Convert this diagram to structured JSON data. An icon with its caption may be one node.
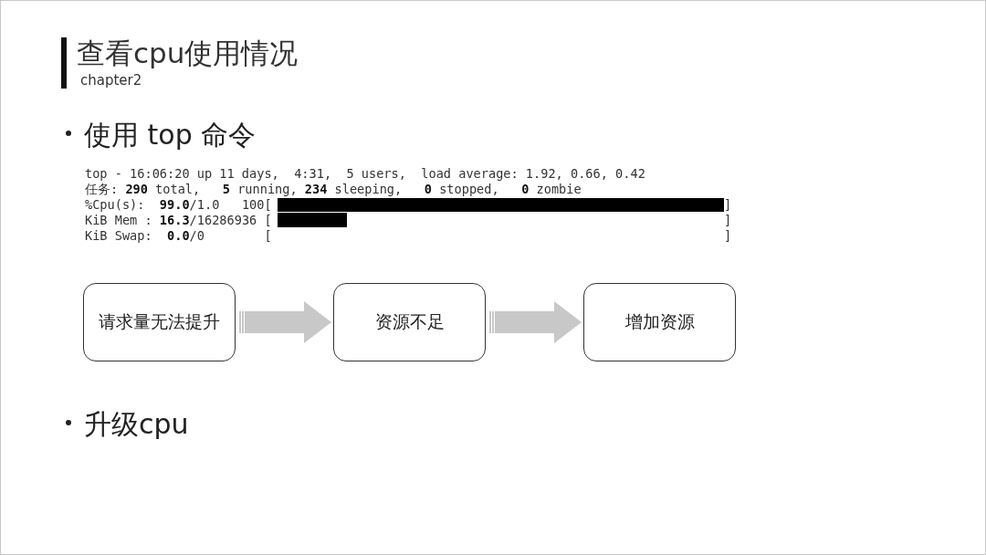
{
  "diagram": {
    "title": "查看cpu使用情况",
    "nodes": [
      {
        "text": [
          "请求量无法提升"
        ]
      },
      {
        "text": [
          "资源不足"
        ]
      },
      {
        "text": [
          "增加资源"
        ]
      }
    ],
    "edges": [
      {
        "from": 0,
        "to": 1,
        "arrow": "to"
      },
      {
        "from": 1,
        "to": 2,
        "arrow": "to"
      }
    ],
    "labels": [
      "chapter2",
      "使用 top 命令",
      "top - 16:06:20 up 11 days,  4:31,  5 users,  load average: 1.92, 0.66, 0.42",
      "任务: **290** total,   **5** running, **234** sleeping,   **0** stopped,   **0** zombie",
      "%Cpu(s):  **99.0**/1.0   100[",
      "]",
      "KiB Mem : **16.3**/16286936 [",
      "]",
      "KiB Swap:  **0.0**/0        [",
      "]",
      "升级cpu"
    ]
  }
}
